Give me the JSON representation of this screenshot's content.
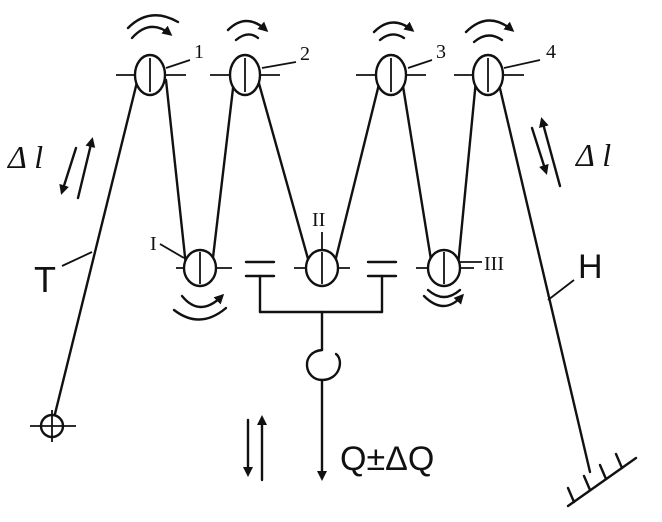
{
  "labels": {
    "pulley_1": "1",
    "pulley_2": "2",
    "pulley_3": "3",
    "pulley_4": "4",
    "pulley_I": "I",
    "pulley_II": "II",
    "pulley_III": "III",
    "T": "T",
    "H": "H",
    "delta_l_left": "Δ l",
    "delta_l_right": "Δ l",
    "load": "Q±ΔQ"
  },
  "colors": {
    "ink": "#111111",
    "background": "#ffffff"
  }
}
